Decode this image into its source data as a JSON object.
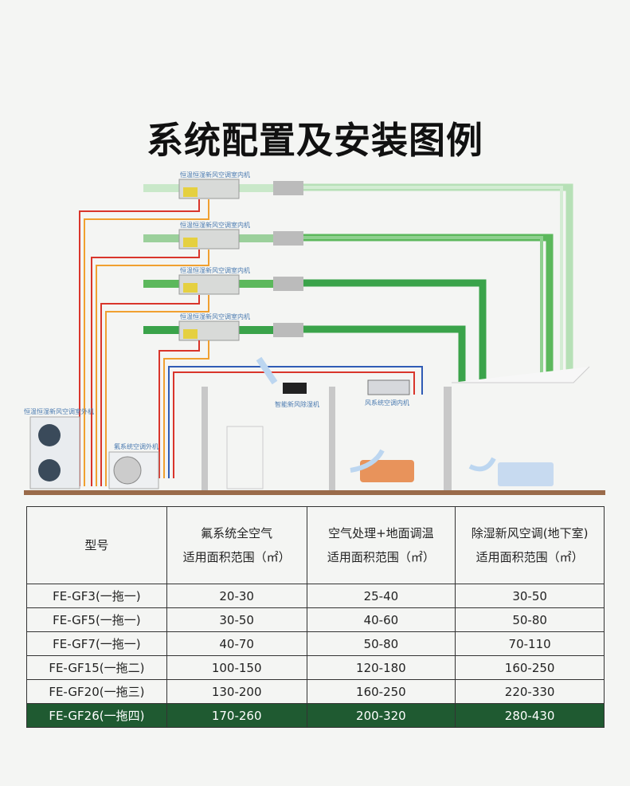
{
  "title": "系统配置及安装图例",
  "diagram": {
    "indoor_unit_label": "恒温恒湿新风空调室内机",
    "outdoor_fresh_label": "恒温恒湿新风空调室外机",
    "ac_outdoor_label": "氟系统空调外机",
    "dehumidifier_label": "智能新风除湿机",
    "ducted_unit_label": "风系统空调内机"
  },
  "table": {
    "headers": [
      {
        "line1": "型号",
        "line2": ""
      },
      {
        "line1": "氟系统全空气",
        "line2": "适用面积范围（㎡）"
      },
      {
        "line1": "空气处理+地面调温",
        "line2": "适用面积范围（㎡）"
      },
      {
        "line1": "除湿新风空调(地下室)",
        "line2": "适用面积范围（㎡）"
      }
    ],
    "rows": [
      {
        "model": "FE-GF3(一拖一)",
        "a": "20-30",
        "b": "25-40",
        "c": "30-50"
      },
      {
        "model": "FE-GF5(一拖一)",
        "a": "30-50",
        "b": "40-60",
        "c": "50-80"
      },
      {
        "model": "FE-GF7(一拖一)",
        "a": "40-70",
        "b": "50-80",
        "c": "70-110"
      },
      {
        "model": "FE-GF15(一拖二)",
        "a": "100-150",
        "b": "120-180",
        "c": "160-250"
      },
      {
        "model": "FE-GF20(一拖三)",
        "a": "130-200",
        "b": "160-250",
        "c": "220-330"
      },
      {
        "model": "FE-GF26(一拖四)",
        "a": "170-260",
        "b": "200-320",
        "c": "280-430"
      }
    ]
  },
  "colors": {
    "highlight_row": "#1f5a31",
    "duct_green": "#3aa34a",
    "duct_light": "#a8d8a8",
    "pipe_red": "#d9352b",
    "pipe_orange": "#f0a030",
    "pipe_blue": "#2f5bb5"
  }
}
